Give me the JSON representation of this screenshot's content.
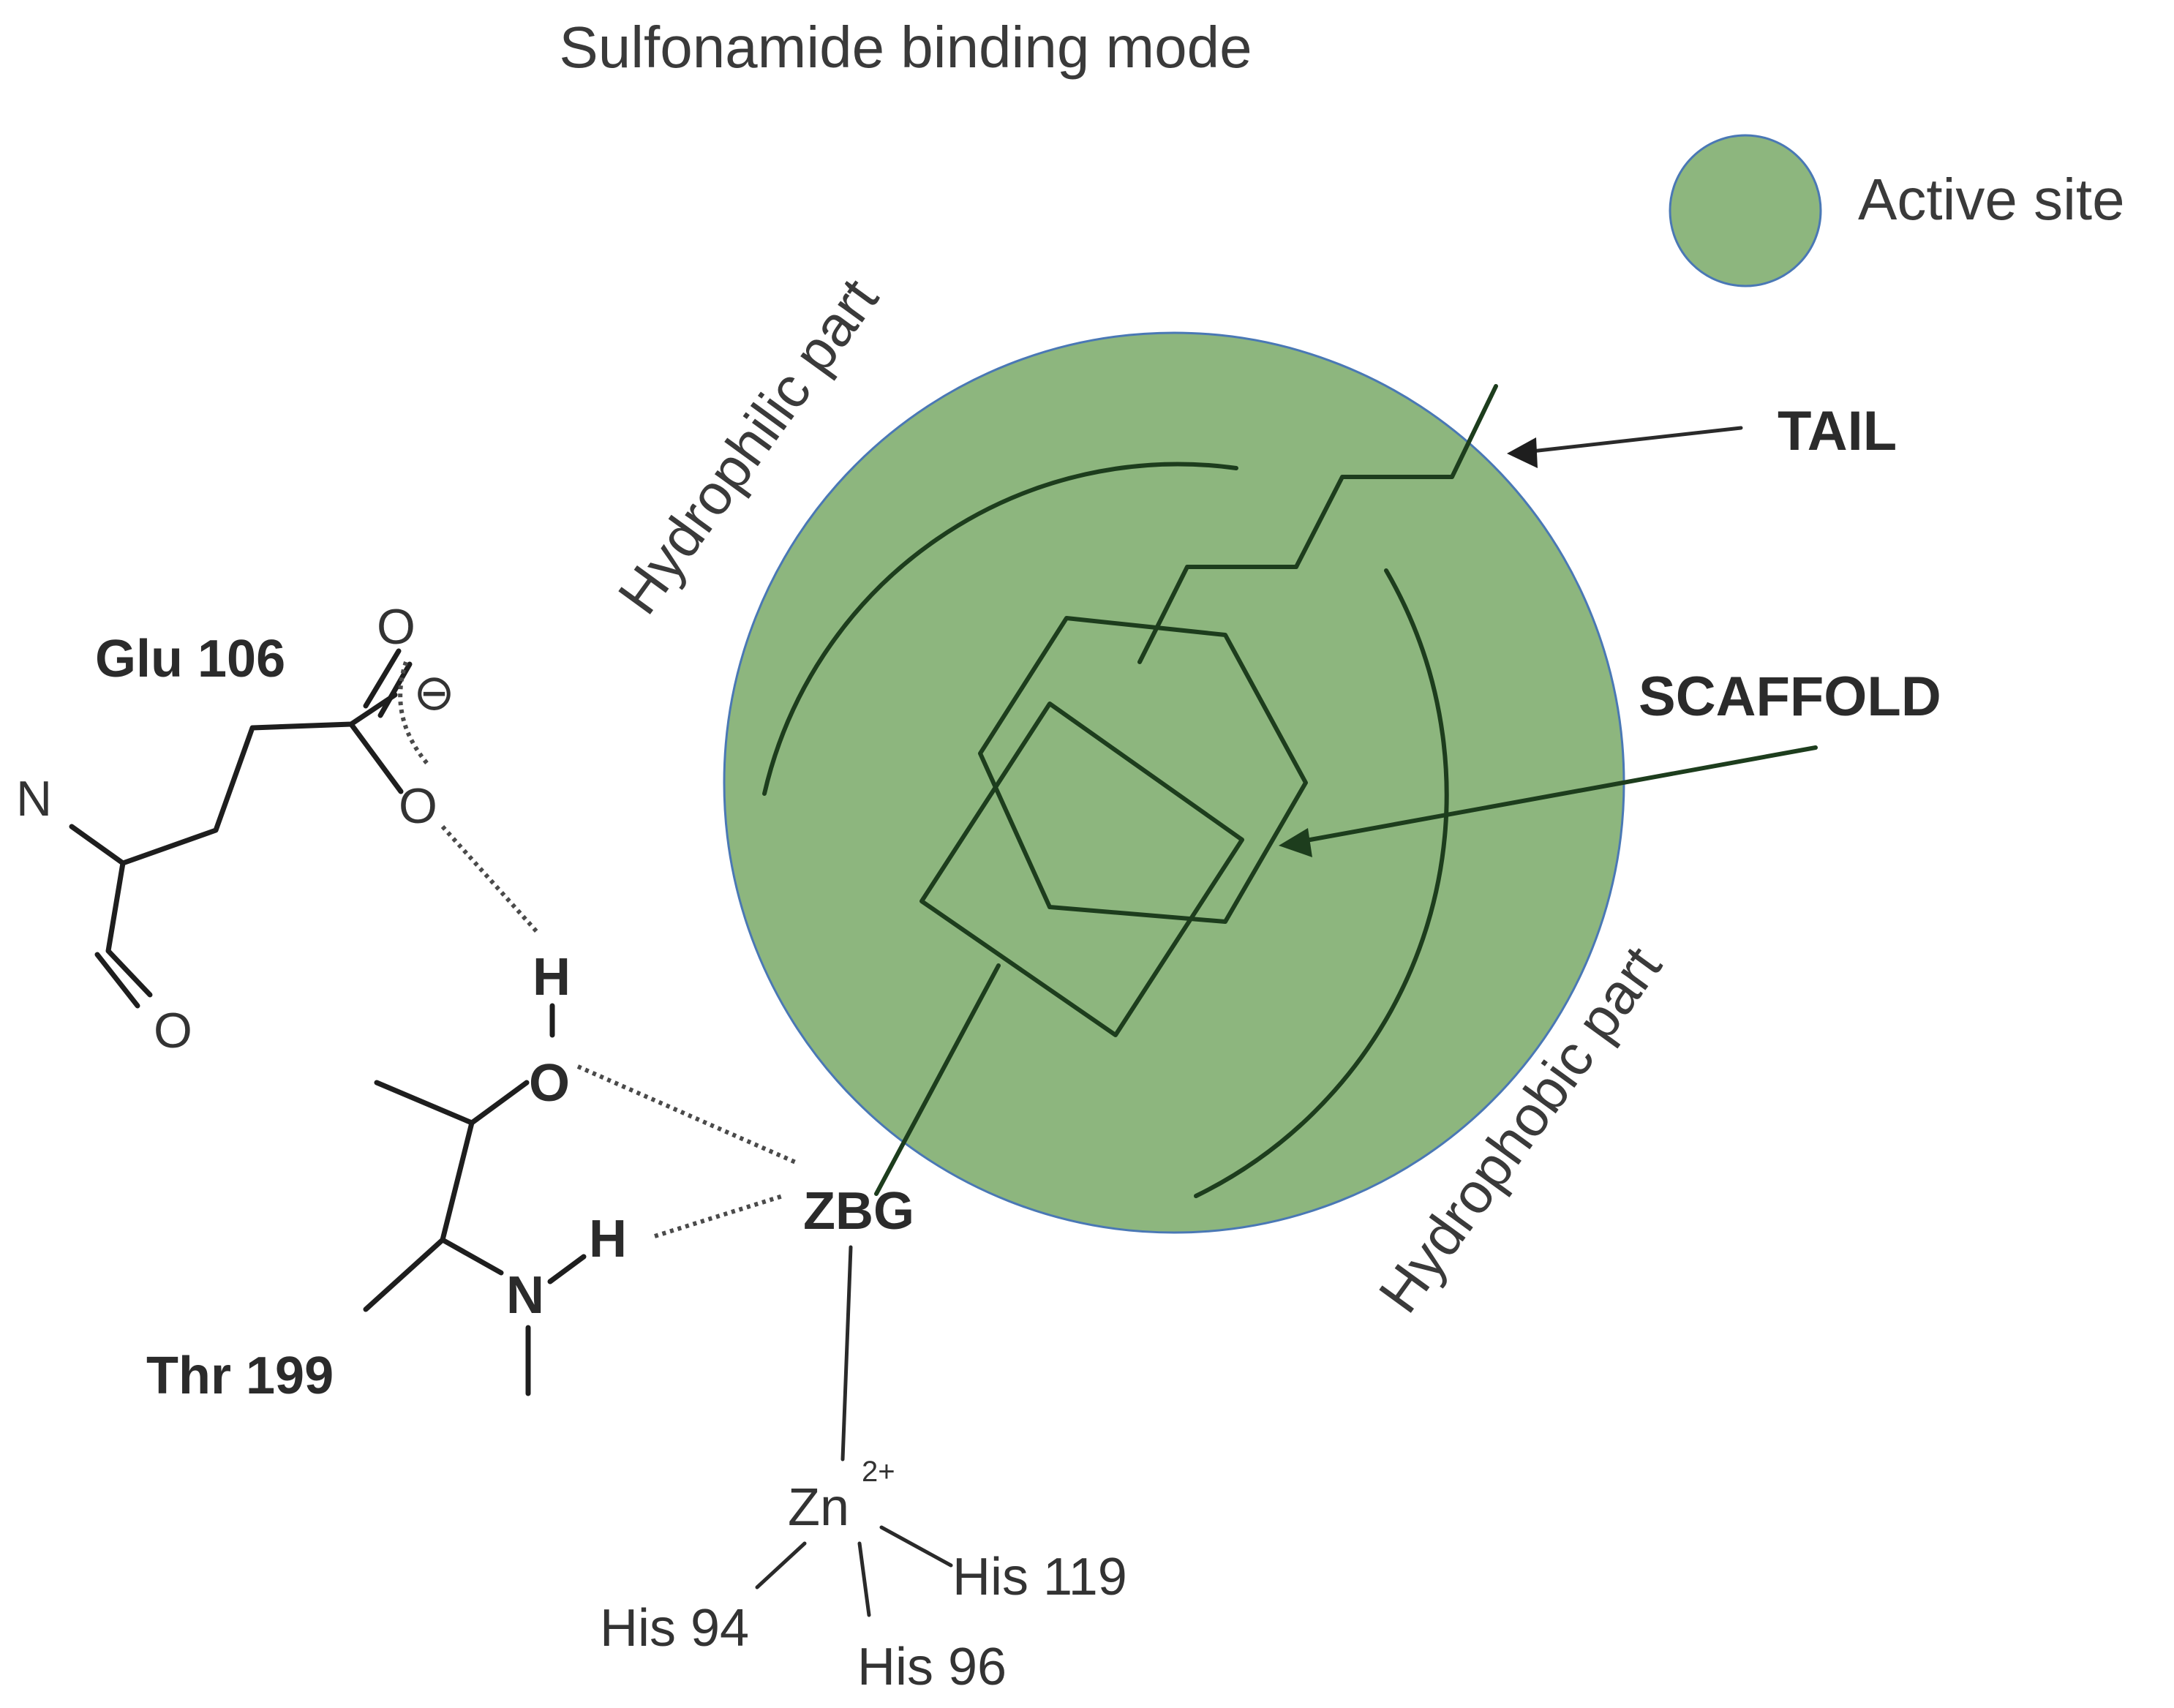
{
  "title": "Sulfonamide binding mode",
  "legend": {
    "label": "Active site",
    "color": "#8db67e",
    "border": "#4a78b5"
  },
  "regions": {
    "hydrophilic": "Hydrophilic part",
    "hydrophobic": "Hydrophobic part"
  },
  "callouts": {
    "tail": "TAIL",
    "scaffold": "SCAFFOLD"
  },
  "residues": {
    "glu": "Glu 106",
    "thr": "Thr 199"
  },
  "atoms": {
    "o_top": "O",
    "minus": "⊖",
    "o_mid": "O",
    "n_glu": "N",
    "o_bottom": "O",
    "h_top": "H",
    "o_thr": "O",
    "h_nh": "H",
    "n_thr": "N"
  },
  "zbg": "ZBG",
  "zinc": {
    "symbol": "Zn",
    "charge": "2+"
  },
  "histidines": {
    "his94": "His 94",
    "his96": "His 96",
    "his119": "His 119"
  }
}
